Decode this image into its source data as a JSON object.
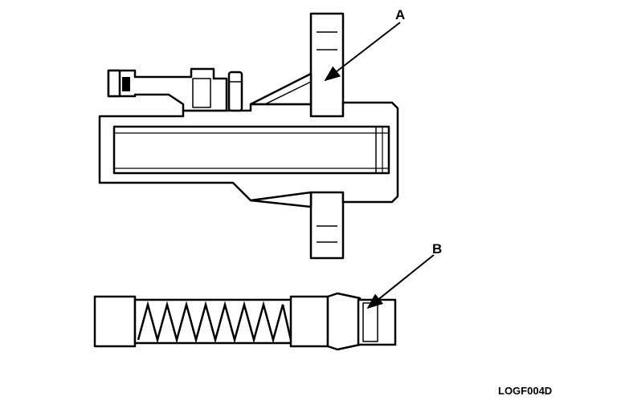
{
  "labels": {
    "a": "A",
    "b": "B"
  },
  "figure_code": "LOGF004D"
}
